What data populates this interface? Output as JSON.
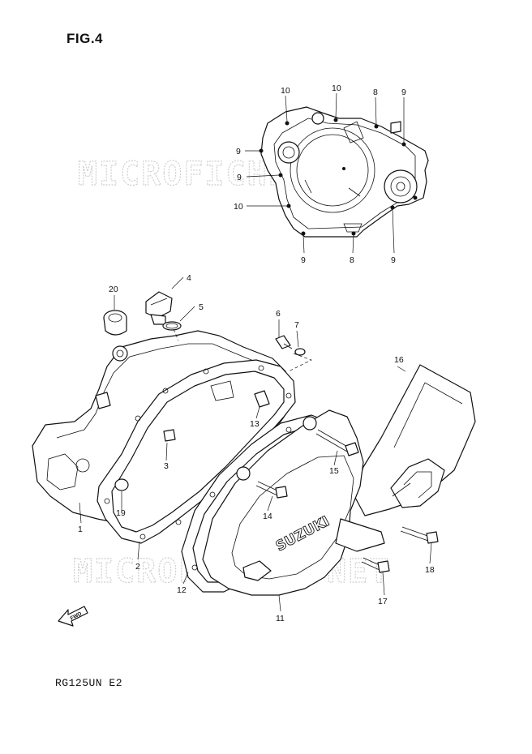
{
  "figure": {
    "title": "FIG.4",
    "model_code": "RG125UN  E2",
    "watermark": "MICROFICHES.NET",
    "fwd_label": "FWD",
    "logo_text": "SUZUKI"
  },
  "callouts": {
    "c1": "1",
    "c2": "2",
    "c3": "3",
    "c4": "4",
    "c5": "5",
    "c6": "6",
    "c7": "7",
    "c8a": "8",
    "c8b": "8",
    "c9a": "9",
    "c9b": "9",
    "c9c": "9",
    "c9d": "9",
    "c9e": "9",
    "c10a": "10",
    "c10b": "10",
    "c10c": "10",
    "c11": "11",
    "c12": "12",
    "c13": "13",
    "c14": "14",
    "c15": "15",
    "c16": "16",
    "c17": "17",
    "c18": "18",
    "c19": "19",
    "c20": "20"
  },
  "icons": {
    "fwd_arrow": "fwd-arrow-icon"
  }
}
